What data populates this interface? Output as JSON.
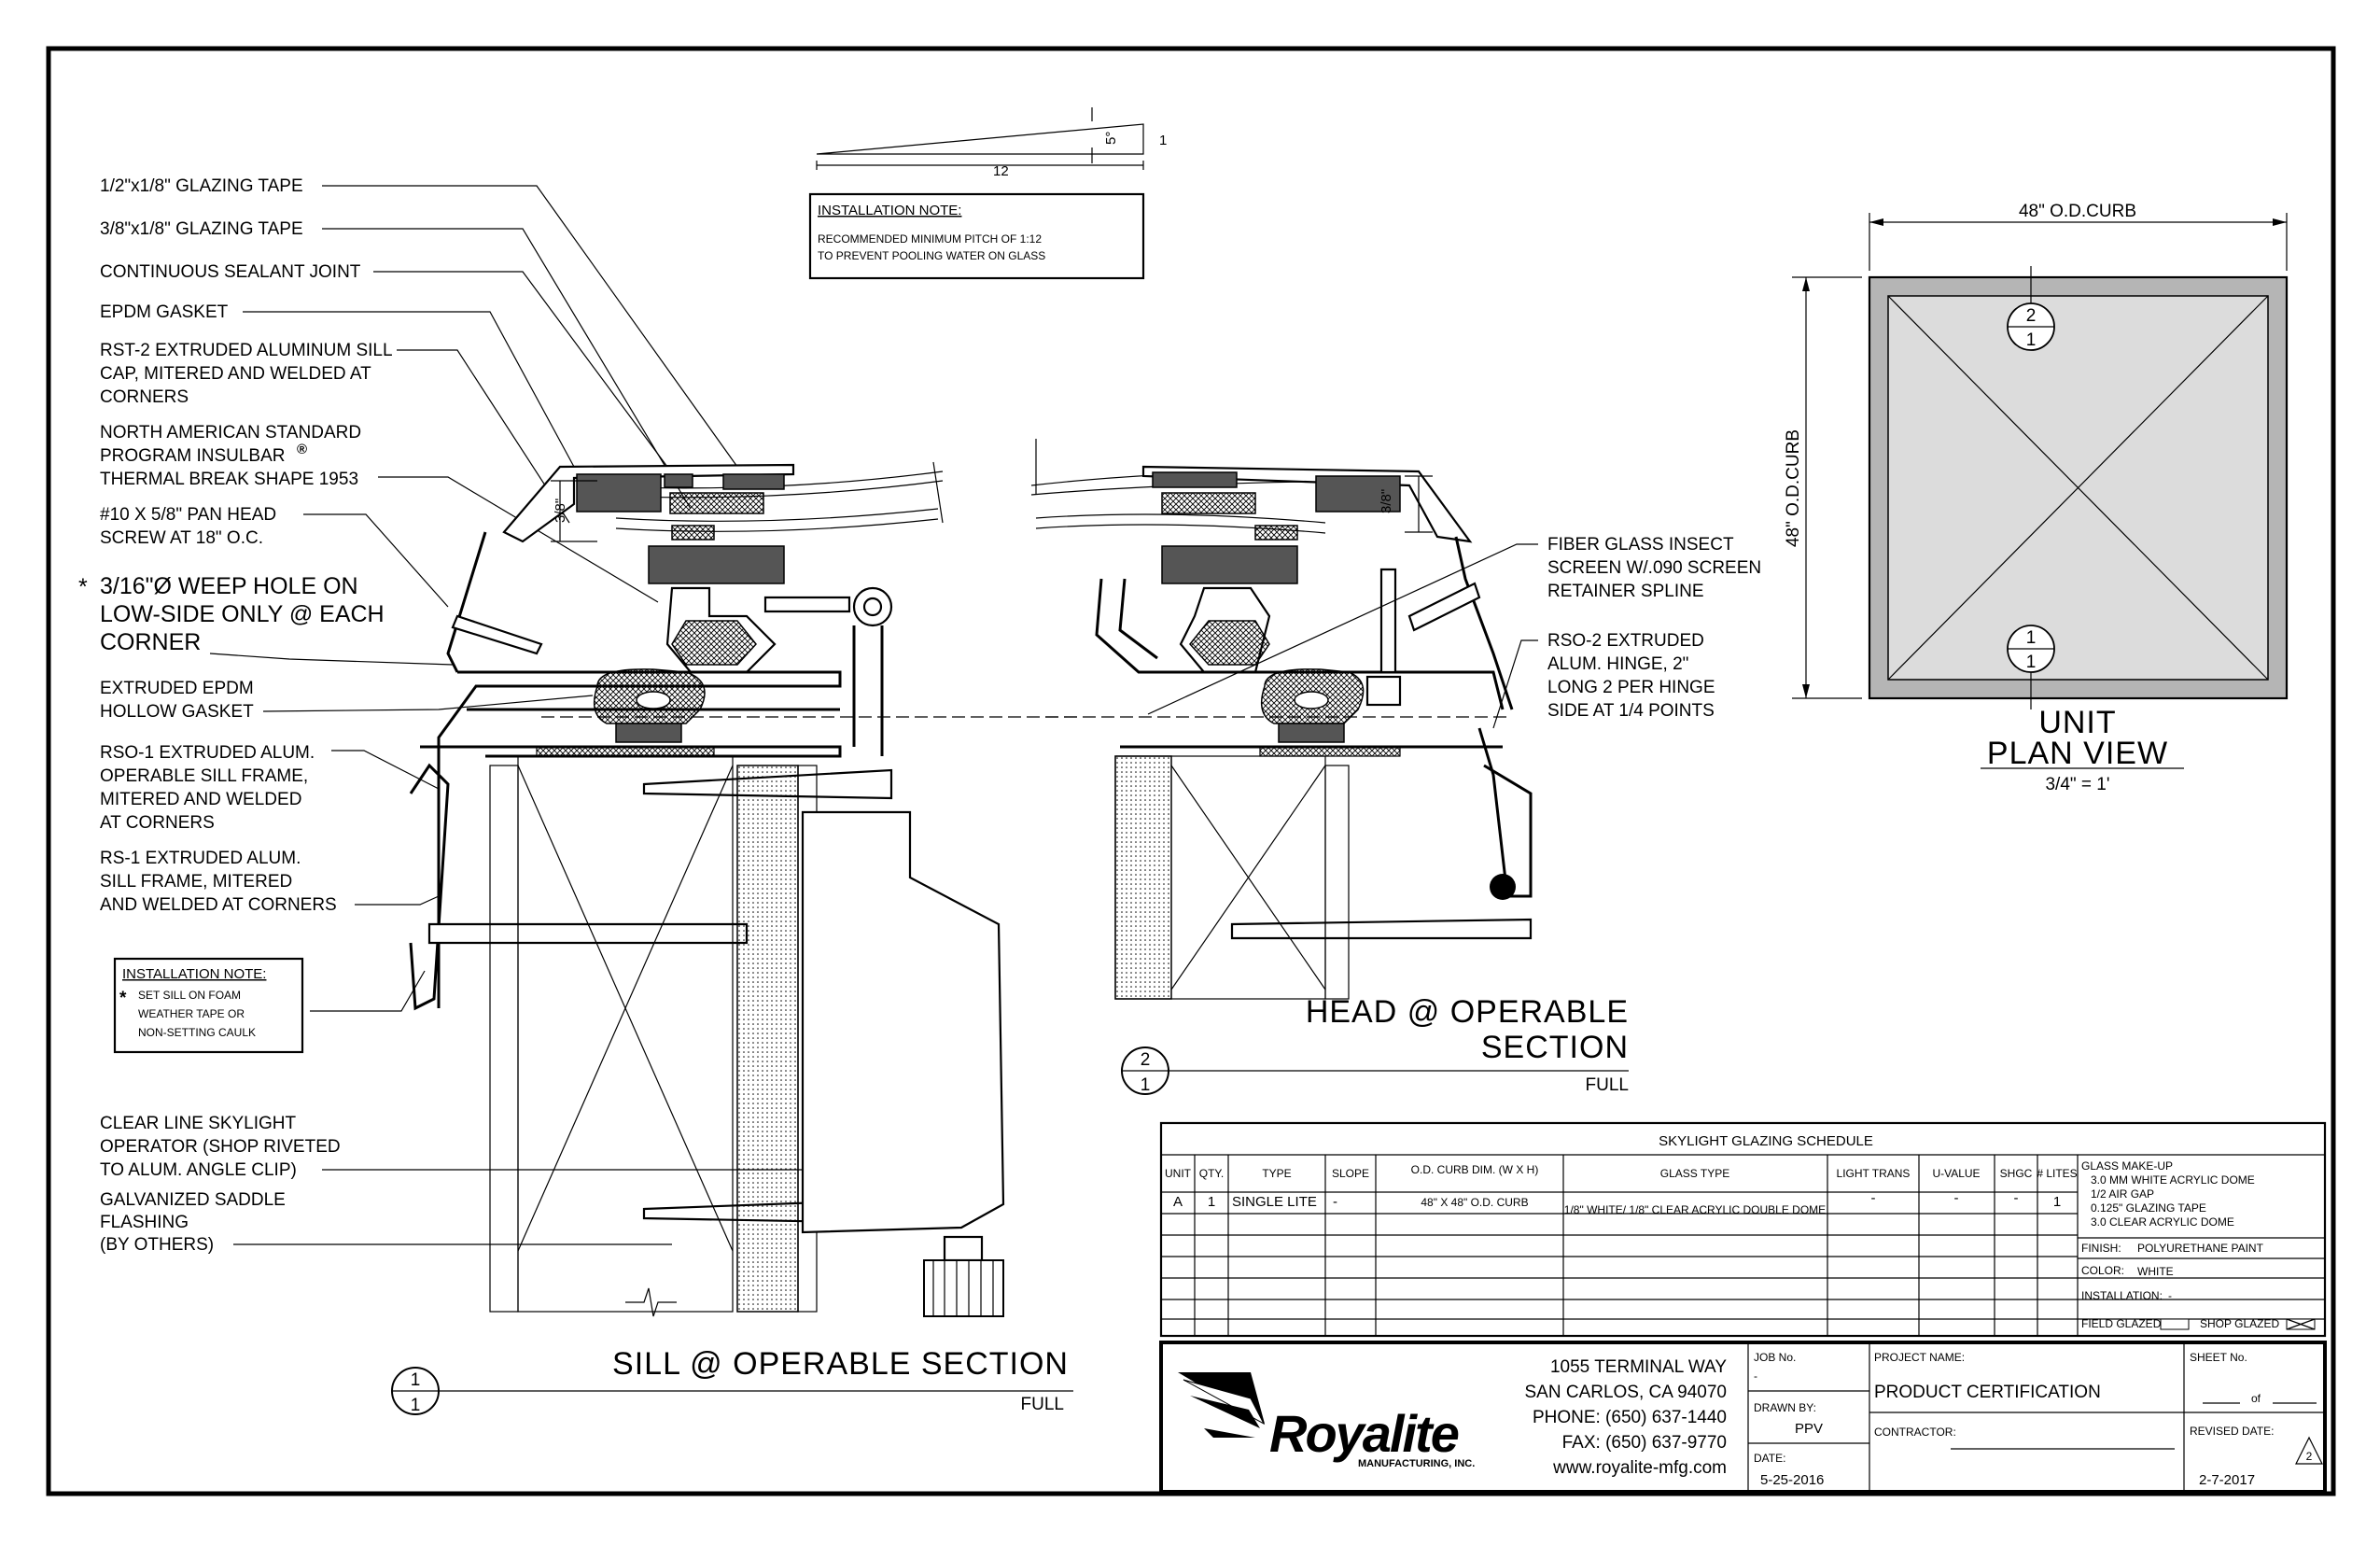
{
  "callouts_left": [
    {
      "lines": [
        "1/2\"x1/8\" GLAZING TAPE"
      ]
    },
    {
      "lines": [
        "3/8\"x1/8\"  GLAZING TAPE"
      ]
    },
    {
      "lines": [
        "CONTINUOUS SEALANT JOINT"
      ]
    },
    {
      "lines": [
        "EPDM GASKET"
      ]
    },
    {
      "lines": [
        "RST-2 EXTRUDED ALUMINUM SILL",
        "CAP, MITERED AND WELDED AT",
        "CORNERS"
      ]
    },
    {
      "lines": [
        "NORTH AMERICAN STANDARD",
        "PROGRAM INSULBAR",
        "THERMAL BREAK SHAPE 1953"
      ]
    },
    {
      "lines": [
        "#10 X 5/8\" PAN HEAD",
        "SCREW  AT 18\" O.C."
      ]
    },
    {
      "lines": [
        "3/16\"Ø WEEP HOLE ON",
        "LOW-SIDE ONLY @ EACH",
        "CORNER"
      ]
    },
    {
      "lines": [
        "EXTRUDED EPDM",
        "HOLLOW GASKET"
      ]
    },
    {
      "lines": [
        "RSO-1 EXTRUDED ALUM.",
        "OPERABLE SILL    FRAME,",
        "MITERED AND WELDED",
        "AT CORNERS"
      ]
    },
    {
      "lines": [
        "RS-1 EXTRUDED ALUM.",
        "SILL FRAME, MITERED",
        "AND WELDED AT CORNERS"
      ]
    },
    {
      "lines": [
        "CLEAR LINE SKYLIGHT",
        "OPERATOR (SHOP RIVETED",
        "TO ALUM. ANGLE CLIP)"
      ]
    },
    {
      "lines": [
        "GALVANIZED SADDLE",
        "FLASHING",
        "(BY OTHERS)"
      ]
    }
  ],
  "weep_asterisk": "*",
  "registered_mark": "®",
  "callouts_right": [
    {
      "lines": [
        "FIBER GLASS INSECT",
        "SCREEN W/.090 SCREEN",
        "RETAINER SPLINE"
      ]
    },
    {
      "lines": [
        "RSO-2 EXTRUDED",
        "ALUM. HINGE, 2\"",
        "LONG 2 PER HINGE",
        "SIDE AT 1/4 POINTS"
      ]
    }
  ],
  "pitch": {
    "rise": "1",
    "run": "12",
    "angle": "5°"
  },
  "install_note_top": {
    "title": "INSTALLATION NOTE:",
    "lines": [
      "RECOMMENDED MINIMUM PITCH OF 1:12",
      "TO PREVENT POOLING WATER ON GLASS"
    ]
  },
  "install_note_sill": {
    "title": "INSTALLATION NOTE:",
    "asterisk": "*",
    "lines": [
      "SET SILL ON FOAM",
      "WEATHER TAPE OR",
      "NON-SETTING CAULK"
    ]
  },
  "dim_3_8": "3/8\"",
  "head_section": {
    "title_1": "HEAD @ OPERABLE",
    "title_2": "SECTION",
    "num": "2",
    "sheet": "1",
    "scale": "FULL"
  },
  "sill_section": {
    "title": "SILL @ OPERABLE SECTION",
    "num": "1",
    "sheet": "1",
    "scale": "FULL"
  },
  "plan_view": {
    "width_label": "48\" O.D.CURB",
    "height_label": "48\" O.D.CURB",
    "title_1": "UNIT",
    "title_2": "PLAN VIEW",
    "scale": "3/4\" = 1'",
    "markers": [
      {
        "num": "2",
        "sheet": "1"
      },
      {
        "num": "1",
        "sheet": "1"
      }
    ]
  },
  "schedule": {
    "title": "SKYLIGHT GLAZING SCHEDULE",
    "headers": [
      "UNIT",
      "QTY.",
      "TYPE",
      "SLOPE",
      "O.D. CURB DIM. (W X H)",
      "GLASS TYPE",
      "LIGHT TRANS",
      "U-VALUE",
      "SHGC",
      "# LITES"
    ],
    "row": [
      "A",
      "1",
      "SINGLE LITE",
      "-",
      "48\" X 48\" O.D. CURB",
      "1/8\" WHITE/ 1/8\" CLEAR ACRYLIC DOUBLE DOME",
      "-",
      "-",
      "-",
      "1"
    ],
    "glass_makeup_title": "GLASS MAKE-UP",
    "glass_makeup": [
      "3.0 MM WHITE ACRYLIC DOME",
      "1/2 AIR GAP",
      "0.125\" GLAZING TAPE",
      "3.0 CLEAR ACRYLIC DOME"
    ],
    "finish_label": "FINISH:",
    "finish": "POLYURETHANE PAINT",
    "color_label": "COLOR:",
    "color": "WHITE",
    "installation_label": "INSTALLATION:",
    "installation": "-",
    "field_glazed": "FIELD GLAZED",
    "shop_glazed": "SHOP GLAZED"
  },
  "title_block": {
    "company": "Royalite",
    "company_sub": "MANUFACTURING, INC.",
    "address_1": "1055 TERMINAL WAY",
    "address_2": "SAN CARLOS, CA 94070",
    "phone": "PHONE: (650) 637-1440",
    "fax": "FAX: (650) 637-9770",
    "web": "www.royalite-mfg.com",
    "job_label": "JOB No.",
    "job": "-",
    "drawn_label": "DRAWN BY:",
    "drawn": "PPV",
    "date_label": "DATE:",
    "date": "5-25-2016",
    "project_label": "PROJECT NAME:",
    "project": "PRODUCT CERTIFICATION",
    "contractor_label": "CONTRACTOR:",
    "sheet_label": "SHEET No.",
    "sheet_of": "of",
    "revised_label": "REVISED DATE:",
    "revised": "2-7-2017",
    "revision": "2"
  }
}
